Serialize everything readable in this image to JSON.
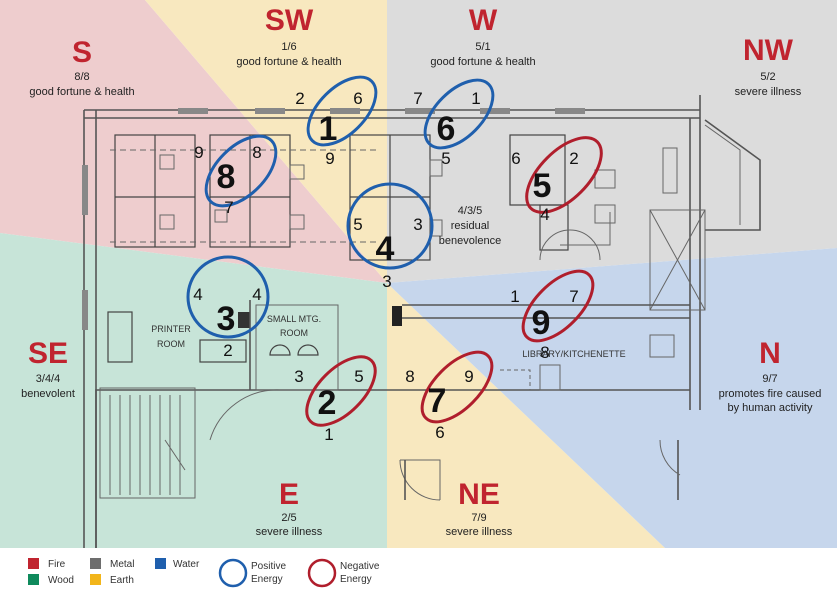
{
  "colors": {
    "fire_zone": "#eecdce",
    "wood_zone": "#c7e4d8",
    "metal_zone": "#dcdcdc",
    "earth_zone": "#f8e8bf",
    "water_zone": "#c6d6ec",
    "title_red": "#c0242f",
    "positive_ring": "#1f5fad",
    "negative_ring": "#b01e2c",
    "legend_fire": "#c0242f",
    "legend_wood": "#0f8a5c",
    "legend_metal": "#6d6d6d",
    "legend_earth": "#f2b51a",
    "legend_water": "#1f5fad"
  },
  "directions": {
    "s": {
      "title": "S",
      "stars": "8/8",
      "desc": "good fortune & health"
    },
    "sw": {
      "title": "SW",
      "stars": "1/6",
      "desc": "good fortune & health"
    },
    "w": {
      "title": "W",
      "stars": "5/1",
      "desc": "good fortune & health"
    },
    "nw": {
      "title": "NW",
      "stars": "5/2",
      "desc": "severe illness"
    },
    "se": {
      "title": "SE",
      "stars": "3/4/4",
      "desc": "benevolent"
    },
    "n": {
      "title": "N",
      "stars": "9/7",
      "desc1": "promotes fire caused",
      "desc2": "by human activity"
    },
    "e": {
      "title": "E",
      "stars": "2/5",
      "desc": "severe illness"
    },
    "ne": {
      "title": "NE",
      "stars": "7/9",
      "desc": "severe illness"
    },
    "center": {
      "stars": "4/3/5",
      "desc1": "residual",
      "desc2": "benevolence"
    }
  },
  "grid": {
    "s": {
      "big": "8",
      "left": "9",
      "right": "8",
      "bottom": "7"
    },
    "sw": {
      "big": "1",
      "left": "2",
      "right": "6",
      "bottom": "9"
    },
    "w": {
      "big": "6",
      "left": "7",
      "right": "1",
      "bottom": "5"
    },
    "nw": {
      "big": "5",
      "left": "6",
      "right": "2",
      "bottom": "4"
    },
    "se": {
      "big": "3",
      "left": "4",
      "right": "4",
      "bottom": "2"
    },
    "center": {
      "big": "4",
      "left": "5",
      "right": "3",
      "bottom": "3"
    },
    "n": {
      "big": "9",
      "left": "1",
      "right": "7",
      "bottom": "8"
    },
    "e": {
      "big": "2",
      "left": "3",
      "right": "5",
      "bottom": "1"
    },
    "ne": {
      "big": "7",
      "left": "8",
      "right": "9",
      "bottom": "6"
    }
  },
  "rooms": {
    "printer_1": "PRINTER",
    "printer_2": "ROOM",
    "small_mtg_1": "SMALL MTG.",
    "small_mtg_2": "ROOM",
    "library": "LIBRARY/KITCHENETTE"
  },
  "legend": {
    "fire": "Fire",
    "wood": "Wood",
    "metal": "Metal",
    "earth": "Earth",
    "water": "Water",
    "positive_1": "Positive",
    "positive_2": "Energy",
    "negative_1": "Negative",
    "negative_2": "Energy"
  }
}
